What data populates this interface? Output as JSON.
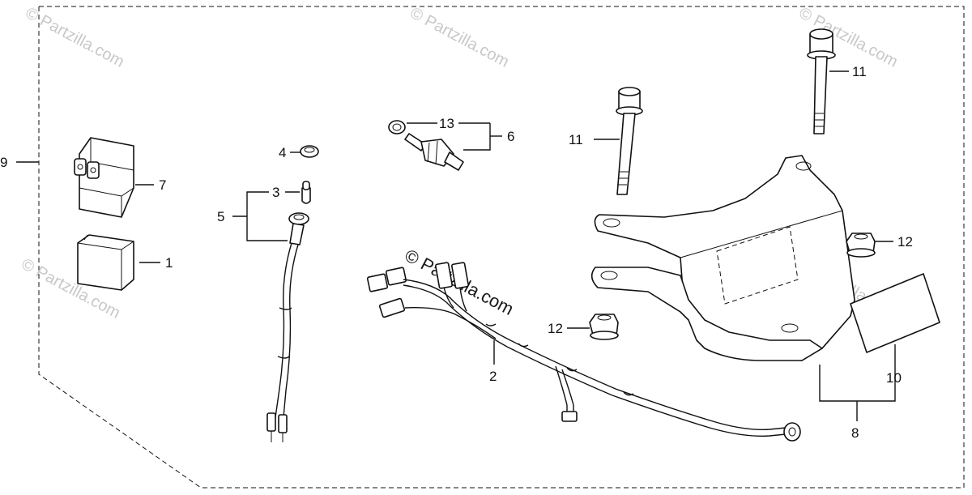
{
  "watermark": {
    "text": "© Partzilla.com"
  },
  "callouts": {
    "c1": "1",
    "c2": "2",
    "c3": "3",
    "c4": "4",
    "c5": "5",
    "c6": "6",
    "c7": "7",
    "c8": "8",
    "c9": "9",
    "c10": "10",
    "c11a": "11",
    "c11b": "11",
    "c12a": "12",
    "c12b": "12",
    "c13": "13"
  },
  "parts_visible": [
    "cdi-unit",
    "rubber-cover",
    "wire-harness",
    "indicator-bulb",
    "rubber-cap",
    "bulb-socket-harness",
    "sensor-switch",
    "o-ring",
    "mounting-bracket",
    "flange-bolt",
    "flange-nut",
    "label-plate"
  ],
  "colors": {
    "line": "#111111",
    "watermark": "#c8c8c8",
    "background": "#ffffff"
  }
}
